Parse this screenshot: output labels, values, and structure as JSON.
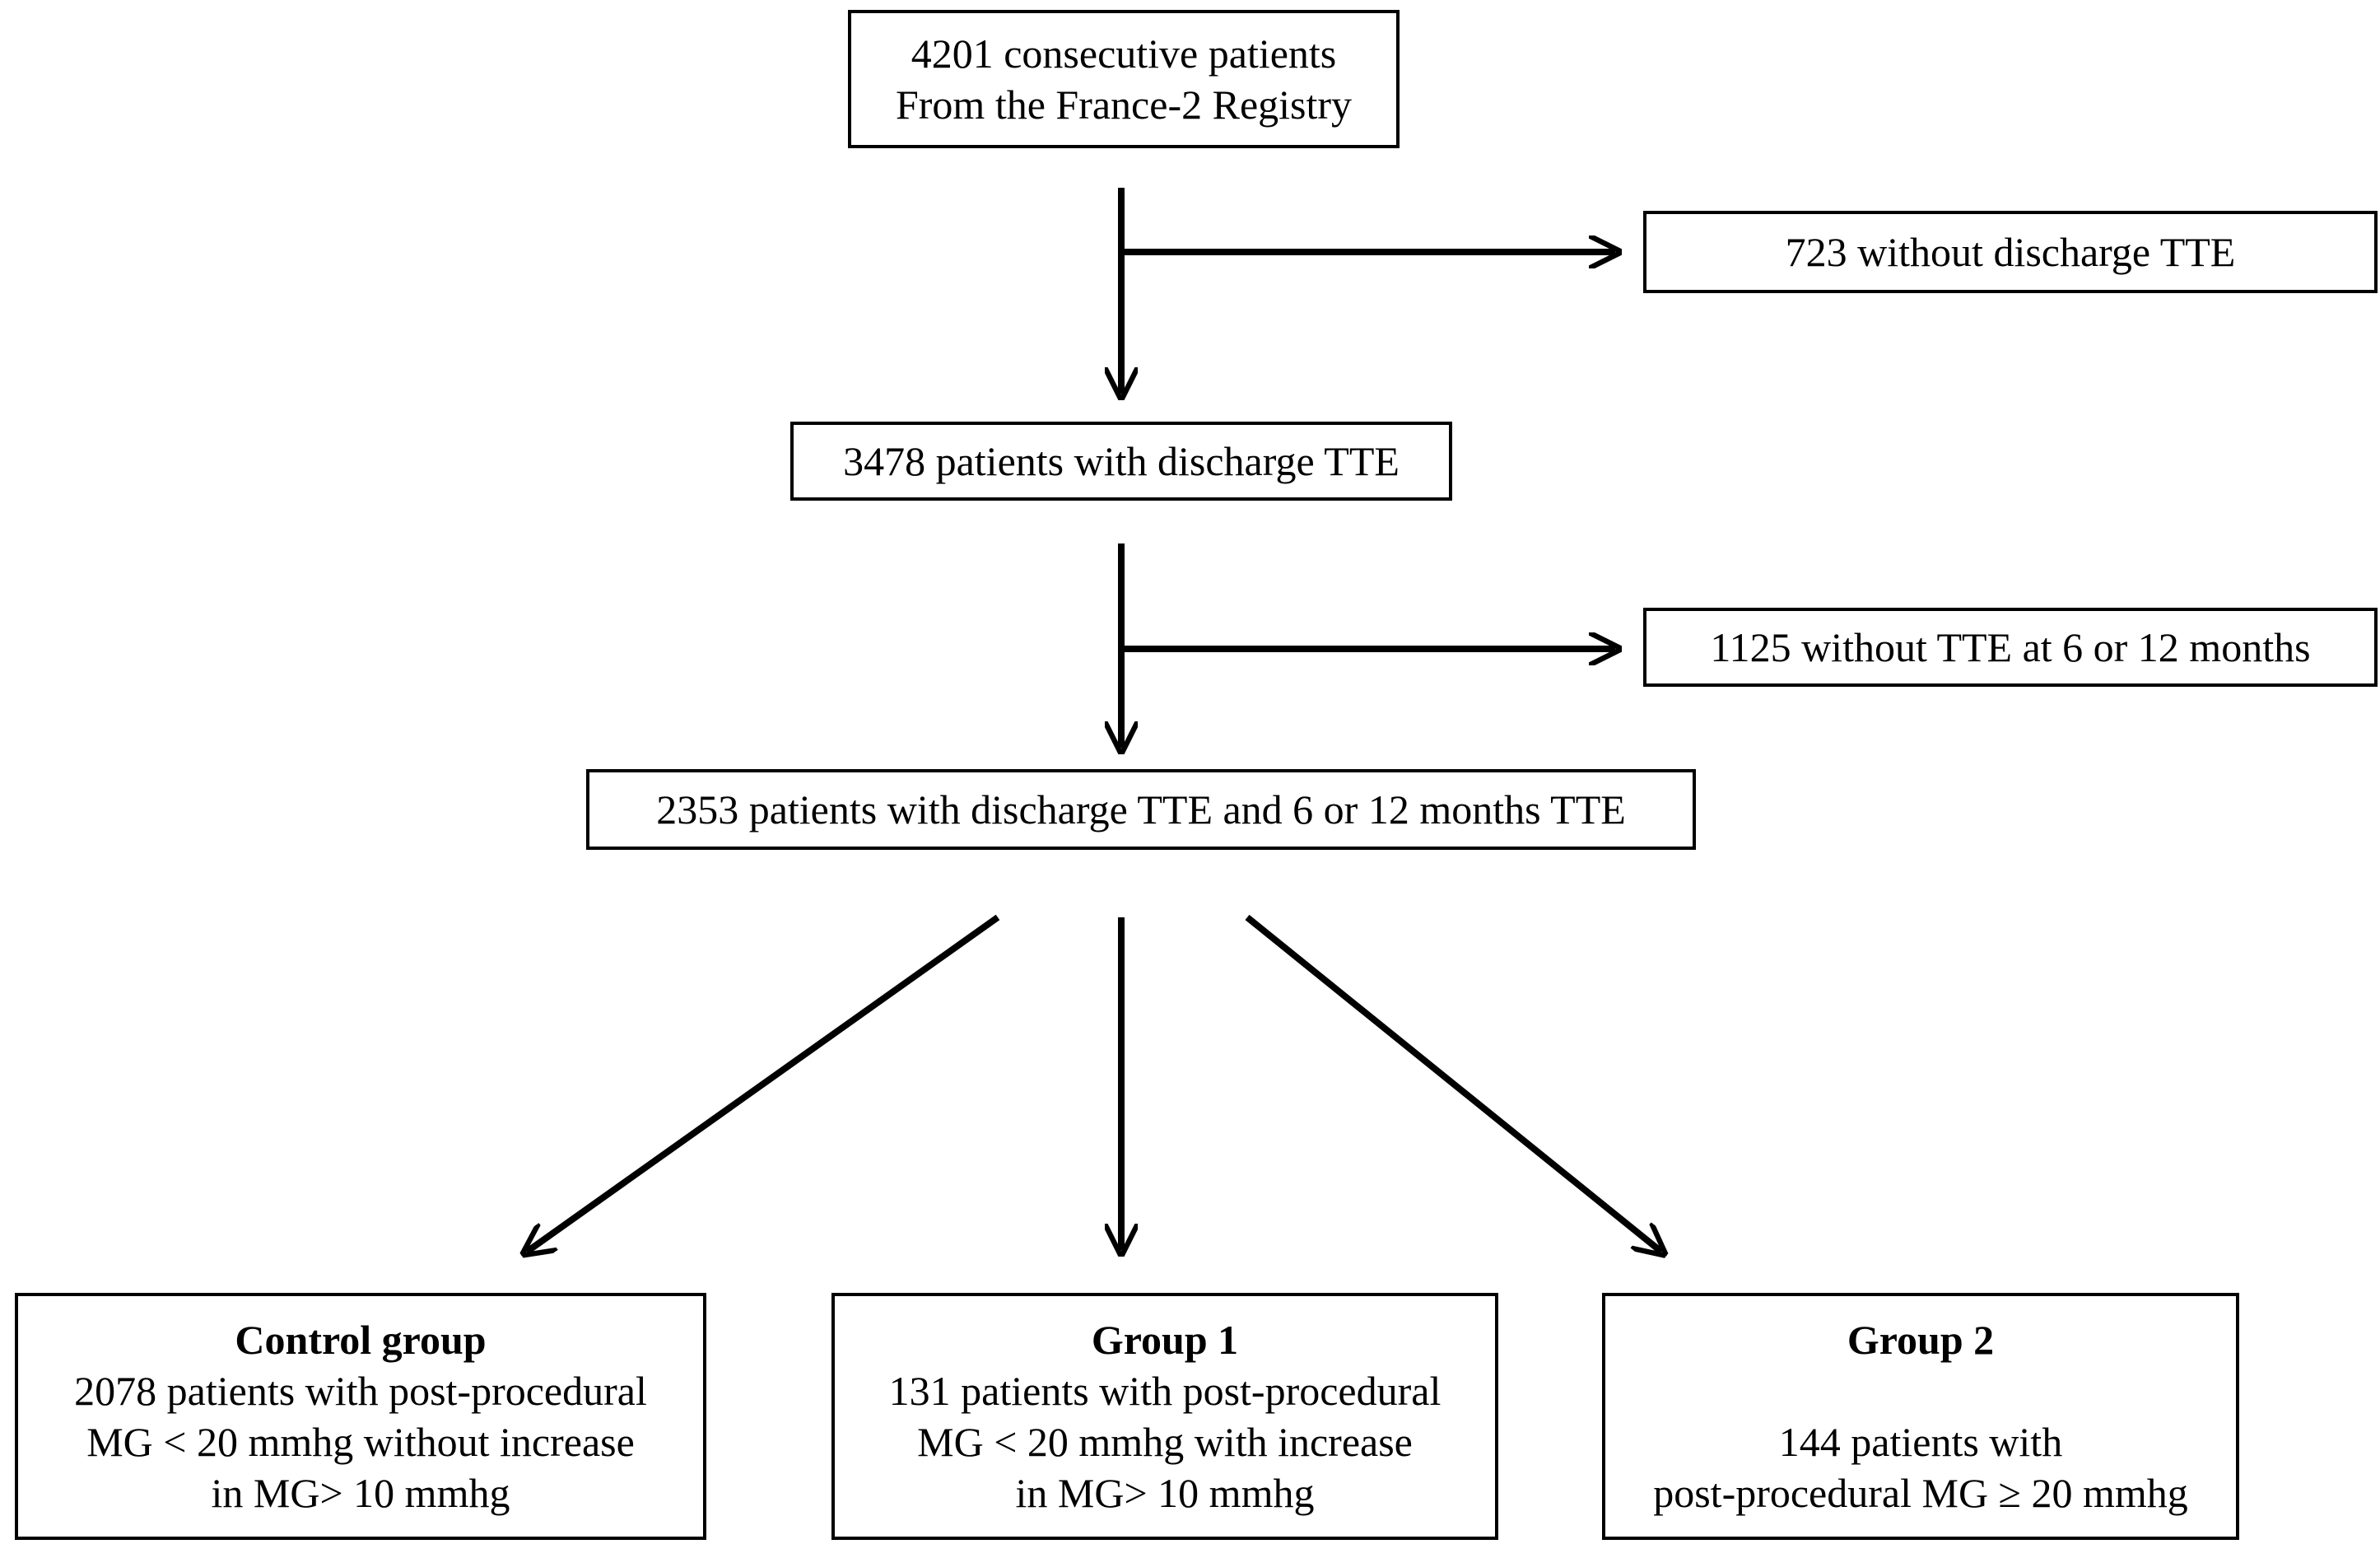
{
  "flowchart": {
    "start": {
      "line1": "4201 consecutive patients",
      "line2": "From the France-2 Registry"
    },
    "exclusion1": {
      "text": "723 without discharge TTE"
    },
    "step2": {
      "text": "3478 patients with discharge TTE"
    },
    "exclusion2": {
      "text": "1125 without TTE at 6 or 12 months"
    },
    "step3": {
      "text": "2353 patients with discharge TTE and 6 or 12 months TTE"
    },
    "groups": [
      {
        "title": "Control group",
        "lines": [
          "2078 patients with post-procedural",
          "MG < 20 mmhg without increase",
          "in MG> 10 mmhg"
        ]
      },
      {
        "title": "Group 1",
        "lines": [
          "131 patients with post-procedural",
          "MG < 20 mmhg with increase",
          "in MG> 10 mmhg"
        ]
      },
      {
        "title": "Group 2",
        "lines": [
          "144 patients with",
          "post-procedural MG ≥ 20 mmhg"
        ]
      }
    ]
  }
}
